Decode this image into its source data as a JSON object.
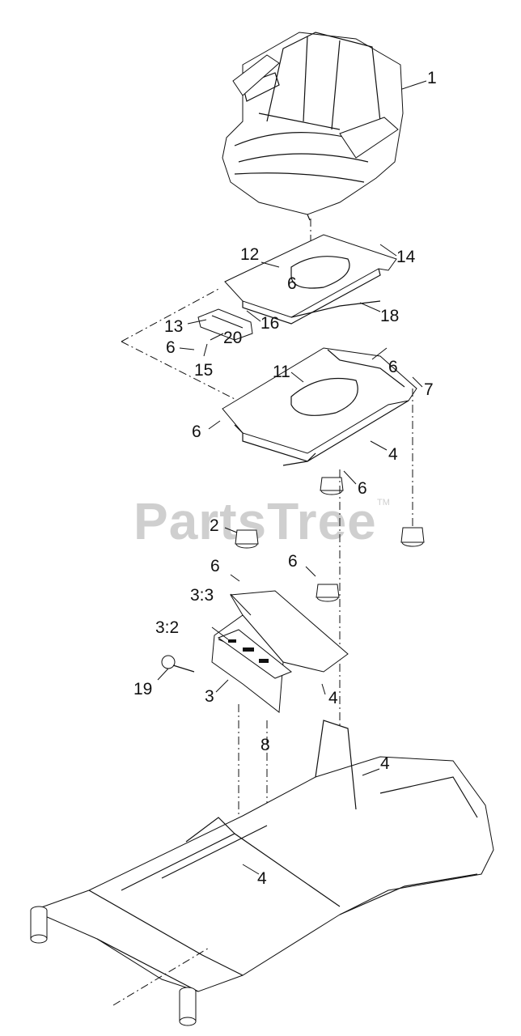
{
  "watermark": {
    "text": "PartsTree",
    "tm": "TM"
  },
  "callouts": {
    "c1": "1",
    "c12": "12",
    "c14": "14",
    "c6a": "6",
    "c16": "16",
    "c18": "18",
    "c13": "13",
    "c6b": "6",
    "c20": "20",
    "c15": "15",
    "c6c": "6",
    "c7": "7",
    "c11": "11",
    "c6d": "6",
    "c4a": "4",
    "c6e": "6",
    "c2": "2",
    "c6f": "6",
    "c6g": "6",
    "c33": "3:3",
    "c32": "3:2",
    "c19": "19",
    "c3": "3",
    "c4b": "4",
    "c8": "8",
    "c4c": "4",
    "c4d": "4"
  }
}
